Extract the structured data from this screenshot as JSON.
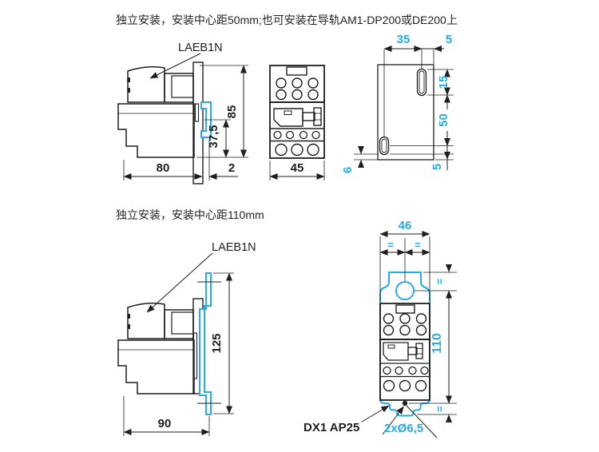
{
  "colors": {
    "accent": "#29abe2",
    "line": "#1f1f1f",
    "module_fill": "#d4e8f6",
    "body_fill": "#dbdbd9"
  },
  "sections": {
    "top": {
      "title": "独立安装，安装中心距50mm;也可安装在导轨AM1-DP200或DE200上",
      "side_view": {
        "part_label": "LAEB1N",
        "width": "80",
        "rail_offset": "2",
        "height": "85",
        "rail_center": "37,5"
      },
      "front_view": {
        "width": "45"
      },
      "back_view": {
        "slot_span": "35",
        "edge_offset": "5",
        "slot_length": "15",
        "hole_spacing": "50",
        "bottom_offset": "5",
        "side_offset": "6"
      }
    },
    "bottom": {
      "title": "独立安装，安装中心距110mm",
      "side_view": {
        "part_label": "LAEB1N",
        "width": "90",
        "height": "125"
      },
      "front_view": {
        "width": "46",
        "equal_left": "=",
        "equal_right": "=",
        "equal_top": "=",
        "equal_bottom": "=",
        "height": "110",
        "plate_label": "DX1 AP25",
        "holes_label": "2xØ6,5"
      }
    }
  }
}
